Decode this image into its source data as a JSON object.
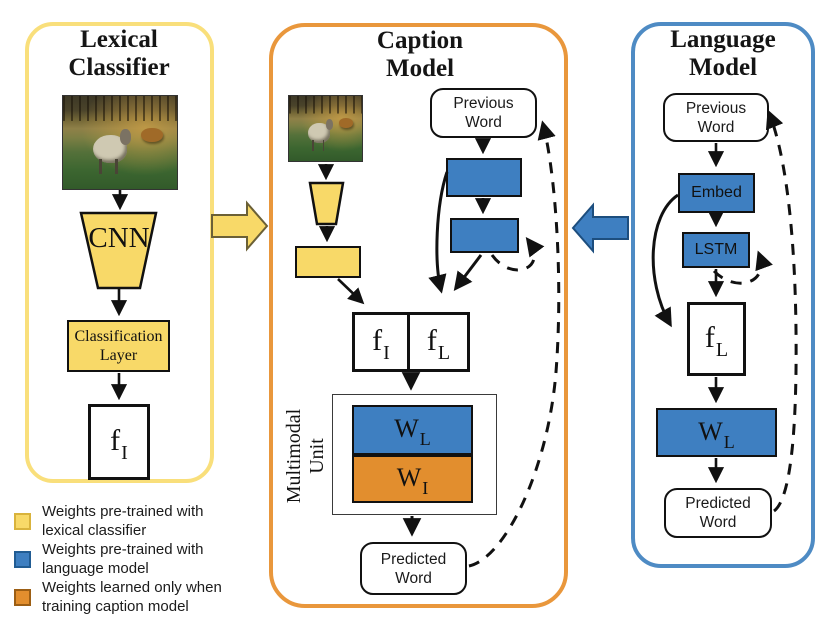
{
  "figure": {
    "description": "Deep compositional captioner architecture diagram with three model panels and a legend"
  },
  "colors": {
    "weights_lexical": "#f8d968",
    "weights_language": "#3e7fc1",
    "weights_caption_only": "#e28e2e",
    "panel_lexical_border": "#f9df7b",
    "panel_caption_border": "#e9973c",
    "panel_language_border": "#4e8bc4"
  },
  "lexical": {
    "title1": "Lexical",
    "title2": "Classifier",
    "cnn": "CNN",
    "class1": "Classification",
    "class2": "Layer",
    "fi_base": "f",
    "fi_sub": "I"
  },
  "caption": {
    "title1": "Caption",
    "title2": "Model",
    "prev1": "Previous",
    "prev2": "Word",
    "fi_base": "f",
    "fi_sub": "I",
    "fl_base": "f",
    "fl_sub": "L",
    "mm1": "Multimodal",
    "mm2": "Unit",
    "wl_base": "W",
    "wl_sub": "L",
    "wi_base": "W",
    "wi_sub": "I",
    "pred1": "Predicted",
    "pred2": "Word"
  },
  "language": {
    "title1": "Language",
    "title2": "Model",
    "prev1": "Previous",
    "prev2": "Word",
    "embed": "Embed",
    "lstm": "LSTM",
    "fl_base": "f",
    "fl_sub": "L",
    "wl_base": "W",
    "wl_sub": "L",
    "pred1": "Predicted",
    "pred2": "Word"
  },
  "legend": {
    "items": [
      {
        "line1": "Weights pre-trained with",
        "line2": "lexical classifier",
        "color": "#f8d968"
      },
      {
        "line1": "Weights pre-trained with",
        "line2": "language model",
        "color": "#3e7fc1"
      },
      {
        "line1": "Weights learned only when",
        "line2": "training caption model",
        "color": "#e28e2e"
      }
    ]
  }
}
